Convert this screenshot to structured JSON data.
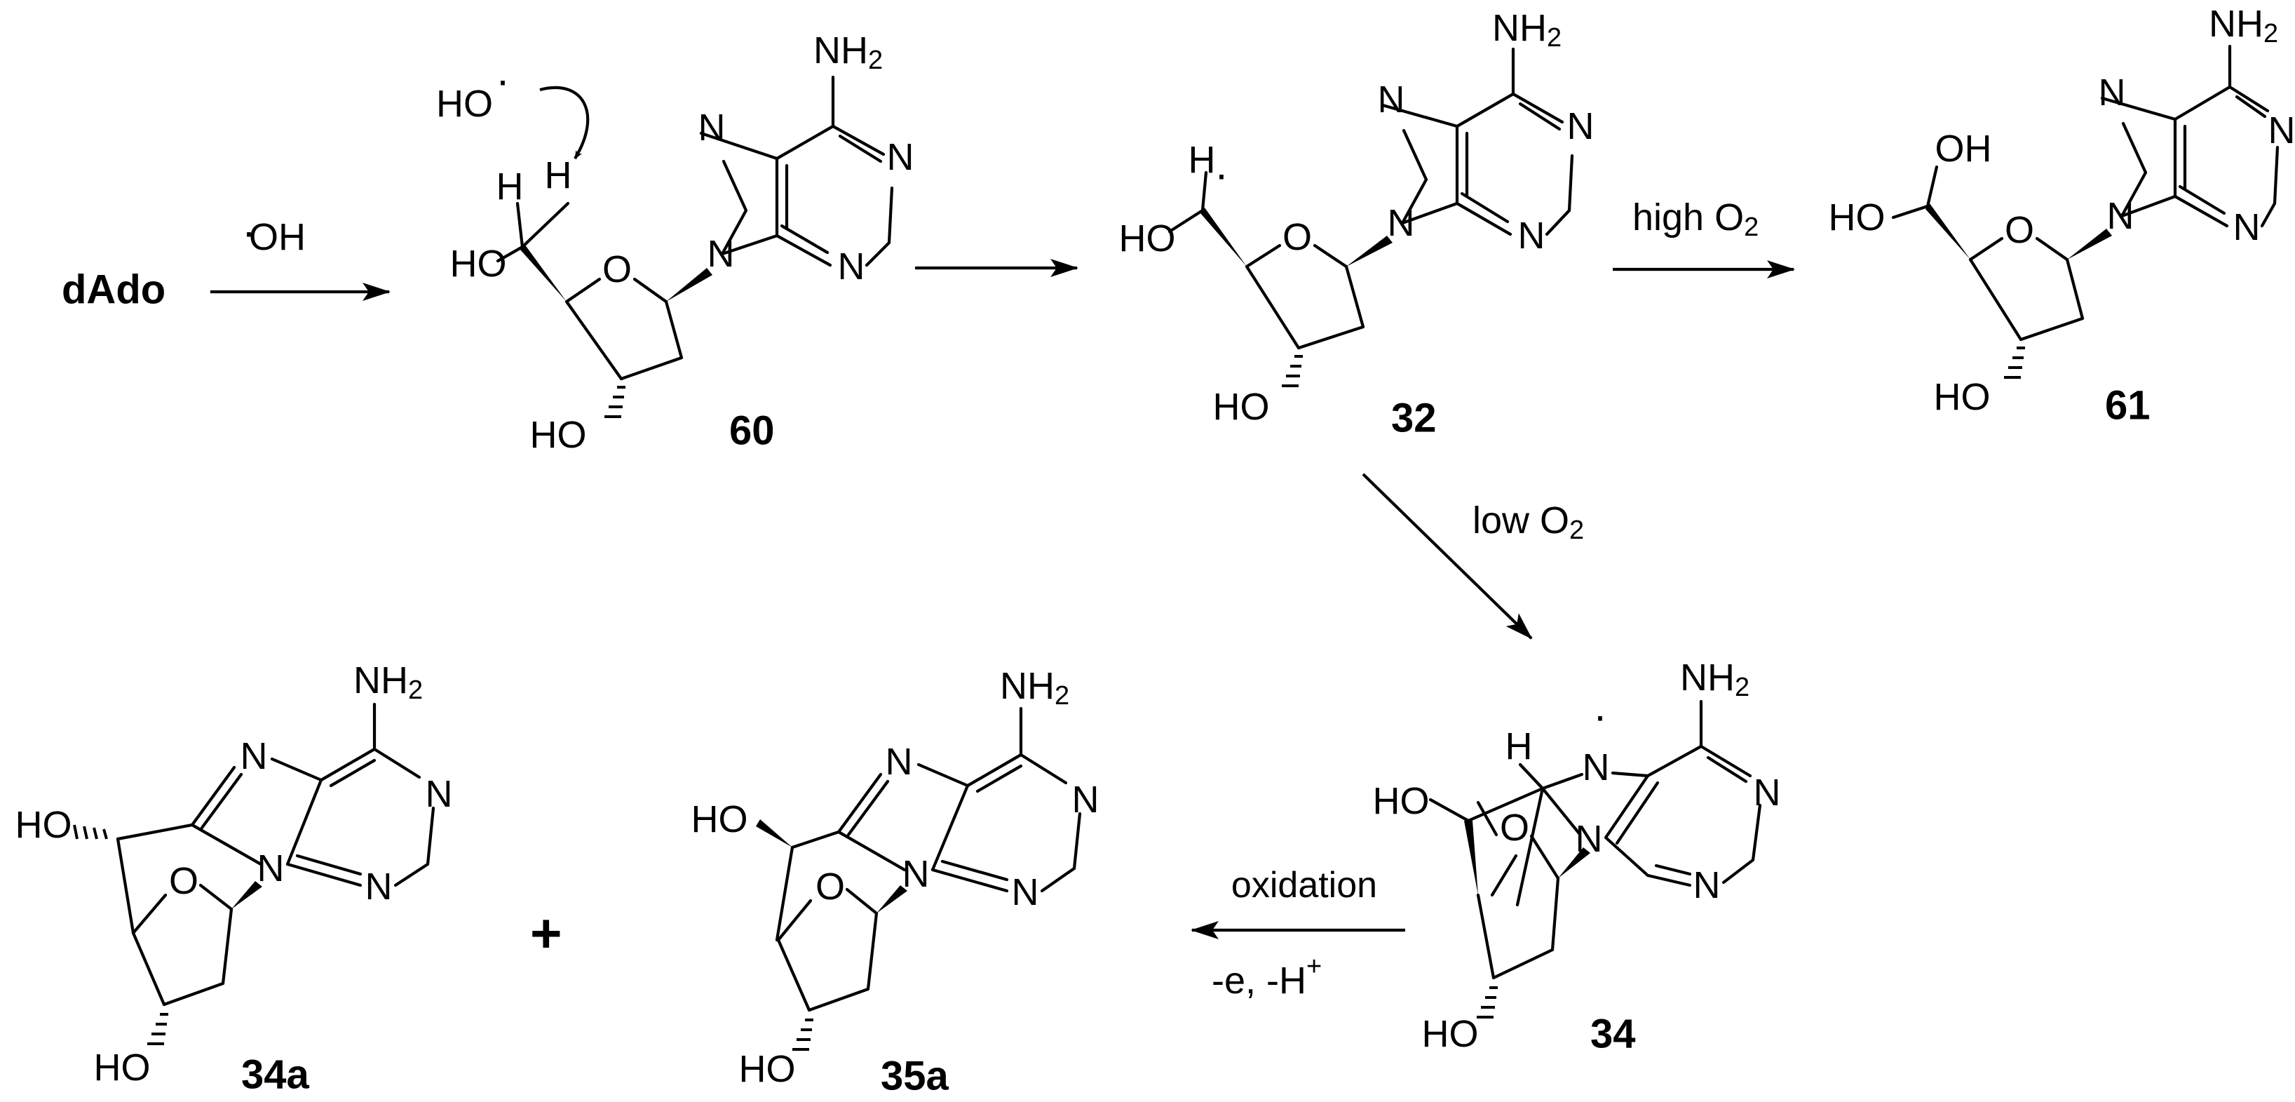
{
  "reactant": {
    "label": "dAdo"
  },
  "atoms": {
    "N": "N",
    "O": "O",
    "H": "H",
    "HO": "HO",
    "NH": "NH",
    "sub2": "2"
  },
  "reagents": {
    "step1": {
      "dot": "·",
      "text": "OH"
    },
    "high_o2": {
      "text": "high O",
      "sub": "2"
    },
    "low_o2": {
      "text": "low O",
      "sub": "2"
    },
    "oxidation": "oxidation",
    "oxidation_cond": {
      "text": "-e, -H",
      "sup": "+"
    }
  },
  "radical": {
    "hydroxyl": "HO",
    "dot": "·"
  },
  "plus": "+",
  "compounds": {
    "c60": "60",
    "c32": "32",
    "c61": "61",
    "c34": "34",
    "c34a": "34a",
    "c35a": "35a"
  }
}
